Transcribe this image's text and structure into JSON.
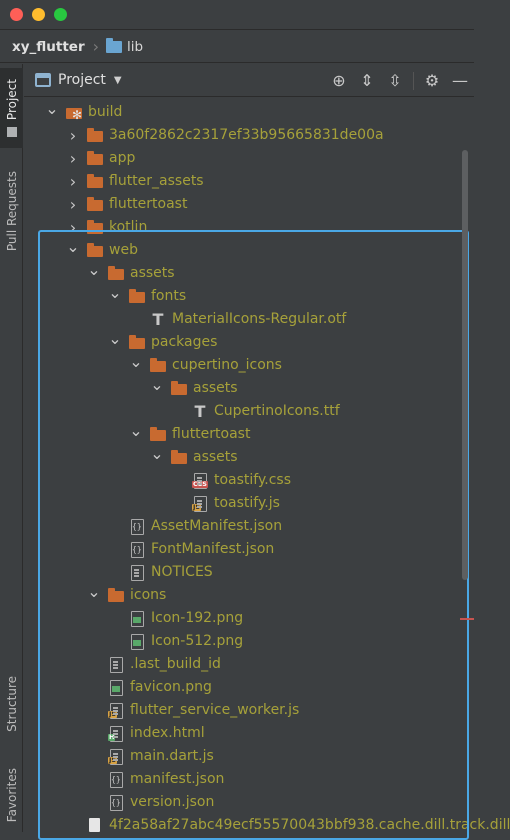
{
  "window": {
    "traffic_lights": [
      "close",
      "minimize",
      "zoom"
    ]
  },
  "breadcrumb": {
    "root": "xy_flutter",
    "child": "lib"
  },
  "left_strip": {
    "tabs": [
      "Project",
      "Pull Requests",
      "Structure",
      "Favorites"
    ]
  },
  "panel": {
    "title": "Project",
    "tools": [
      "locate-icon",
      "expand-all-icon",
      "collapse-all-icon",
      "gear-icon",
      "minimize-icon"
    ]
  },
  "tree": {
    "rows": [
      {
        "label": "build",
        "icon": "build-folder",
        "expanded": true
      },
      {
        "label": "3a60f2862c2317ef33b95665831de00a",
        "icon": "folder",
        "expanded": false
      },
      {
        "label": "app",
        "icon": "folder",
        "expanded": false
      },
      {
        "label": "flutter_assets",
        "icon": "folder",
        "expanded": false
      },
      {
        "label": "fluttertoast",
        "icon": "folder",
        "expanded": false
      },
      {
        "label": "kotlin",
        "icon": "folder",
        "expanded": false
      },
      {
        "label": "web",
        "icon": "folder",
        "expanded": true
      },
      {
        "label": "assets",
        "icon": "folder",
        "expanded": true
      },
      {
        "label": "fonts",
        "icon": "folder",
        "expanded": true
      },
      {
        "label": "MaterialIcons-Regular.otf",
        "icon": "font-file"
      },
      {
        "label": "packages",
        "icon": "folder",
        "expanded": true
      },
      {
        "label": "cupertino_icons",
        "icon": "folder",
        "expanded": true
      },
      {
        "label": "assets",
        "icon": "folder",
        "expanded": true
      },
      {
        "label": "CupertinoIcons.ttf",
        "icon": "font-file"
      },
      {
        "label": "fluttertoast",
        "icon": "folder",
        "expanded": true
      },
      {
        "label": "assets",
        "icon": "folder",
        "expanded": true
      },
      {
        "label": "toastify.css",
        "icon": "css-file",
        "tag": "CSS"
      },
      {
        "label": "toastify.js",
        "icon": "js-file",
        "tag": "JS"
      },
      {
        "label": "AssetManifest.json",
        "icon": "json-file"
      },
      {
        "label": "FontManifest.json",
        "icon": "json-file"
      },
      {
        "label": "NOTICES",
        "icon": "text-file"
      },
      {
        "label": "icons",
        "icon": "folder",
        "expanded": true
      },
      {
        "label": "Icon-192.png",
        "icon": "image-file"
      },
      {
        "label": "Icon-512.png",
        "icon": "image-file"
      },
      {
        "label": ".last_build_id",
        "icon": "text-file"
      },
      {
        "label": "favicon.png",
        "icon": "image-file"
      },
      {
        "label": "flutter_service_worker.js",
        "icon": "js-file",
        "tag": "JS"
      },
      {
        "label": "index.html",
        "icon": "html-file",
        "tag": "H"
      },
      {
        "label": "main.dart.js",
        "icon": "js-file",
        "tag": "JS"
      },
      {
        "label": "manifest.json",
        "icon": "json-file"
      },
      {
        "label": "version.json",
        "icon": "json-file"
      },
      {
        "label": "4f2a58af27abc49ecf55570043bbf938.cache.dill.track.dill",
        "icon": "blank-file"
      }
    ]
  },
  "colors": {
    "background": "#3c3f41",
    "folder": "#c86a30",
    "label_yellow": "#a6a13a",
    "selection_border": "#4aa8e6"
  }
}
